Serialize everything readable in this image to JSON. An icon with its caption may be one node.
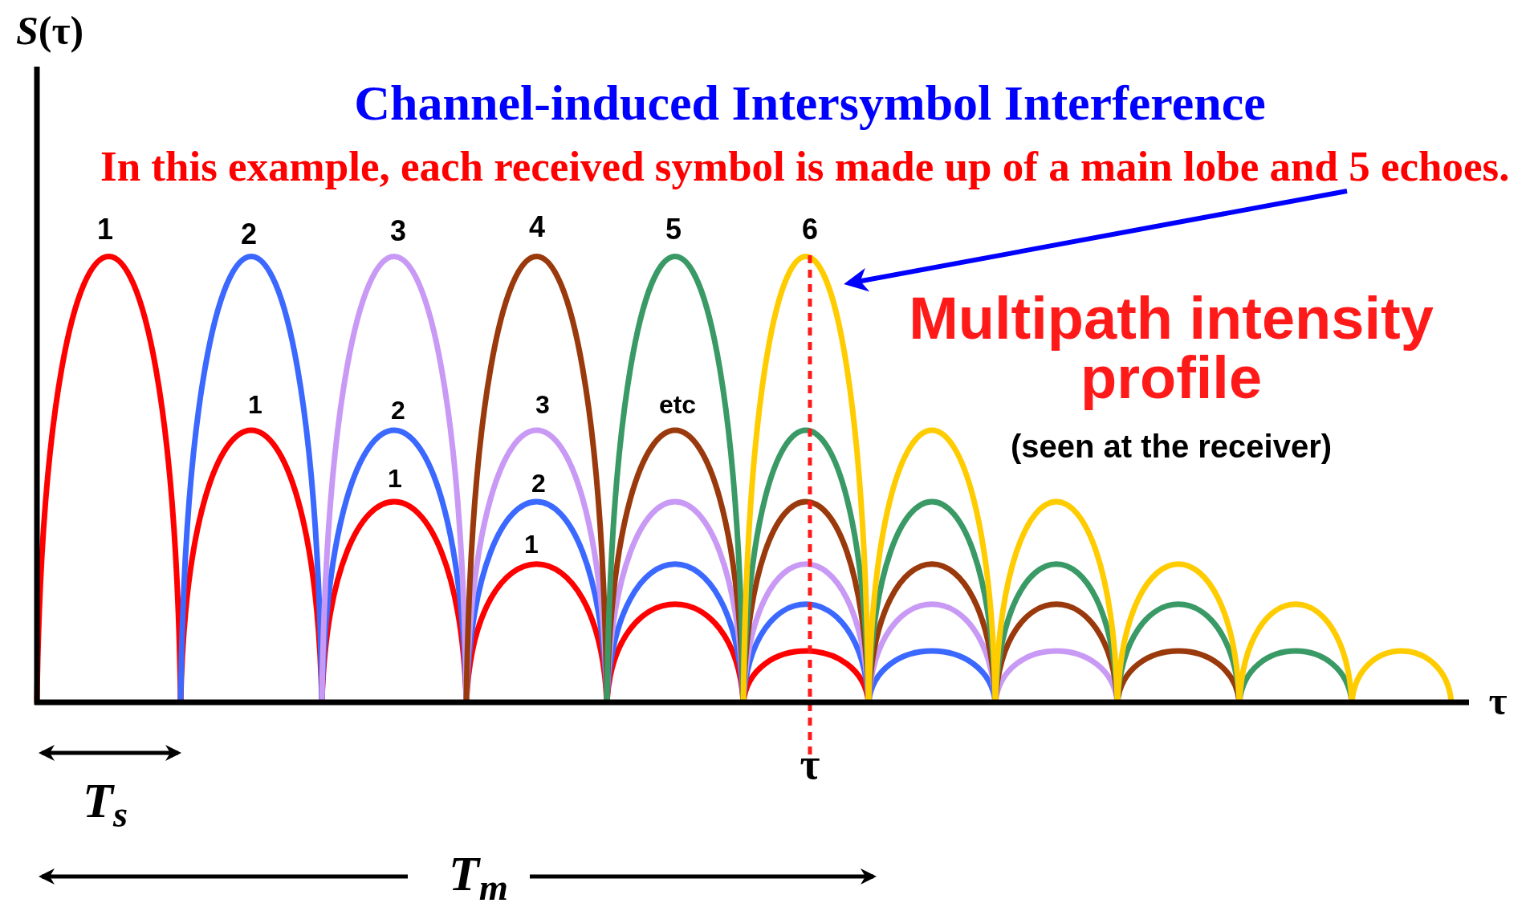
{
  "diagram": {
    "title": "Channel-induced Intersymbol Interference",
    "nodes": [
      {
        "text": [
          "In this example, each received symbol is made up of a main lobe and 5 echoes."
        ]
      },
      {
        "text": [],
        "shape": "curve"
      }
    ],
    "edges": [
      {
        "from": 0,
        "to": 1,
        "arrow": "to"
      }
    ],
    "labels": [
      "*S*(τ)",
      "1",
      "2",
      "3",
      "4",
      "5",
      "6",
      "Multipath intensity profile",
      "1",
      "2",
      "3",
      "etc",
      "(seen at the receiver)",
      "1",
      "2",
      "1",
      "τ",
      "τ",
      "T$_{s}$",
      "T$_{m}$"
    ]
  }
}
